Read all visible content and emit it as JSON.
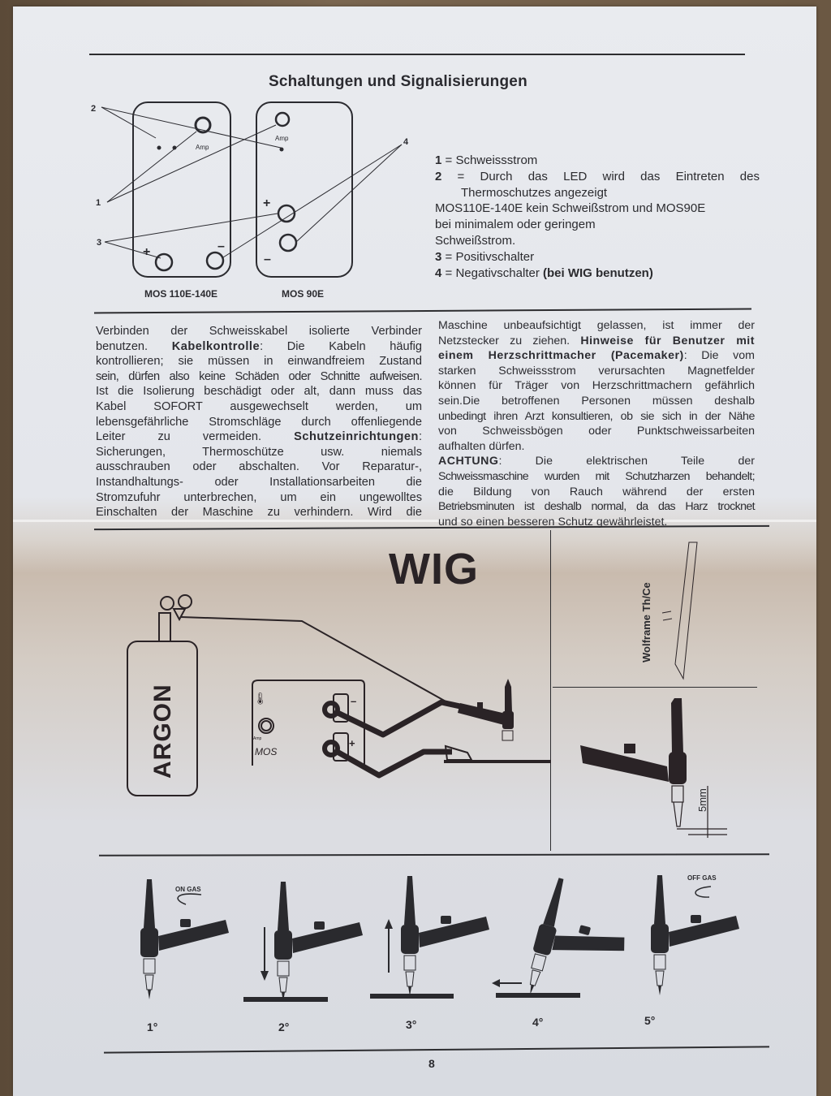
{
  "page": {
    "section_title": "Schaltungen und Signalisierungen",
    "page_number": "8"
  },
  "panel_diagram": {
    "callouts": [
      "1",
      "2",
      "3",
      "4"
    ],
    "panels": [
      {
        "caption": "MOS 110E-140E",
        "knob_label": "Amp",
        "plus": "+",
        "minus": "–"
      },
      {
        "caption": "MOS 90E",
        "knob_label": "Amp",
        "plus": "+",
        "minus": "–"
      }
    ]
  },
  "legend": {
    "item1_num": "1",
    "item1_text": " = Schweissstrom",
    "item2_num": "2",
    "item2_text": " = Durch das LED wird das Eintreten des",
    "item2_cont": "Thermoschutzes angezeigt",
    "note_line1": "MOS110E-140E kein Schweißstrom und MOS90E",
    "note_line2": "bei minimalem oder geringem",
    "note_line3": "Schweißstrom.",
    "item3_num": "3",
    "item3_text": " = Positivschalter",
    "item4_num": "4",
    "item4_text": " = Negativschalter ",
    "item4_bold": "(bei WIG benutzen)"
  },
  "text_left": {
    "l1": "Verbinden der Schweisskabel isolierte Verbinder",
    "l2a": "benutzen. ",
    "l2b": "Kabelkontrolle",
    "l2c": ": Die Kabeln häufig",
    "l3": "kontrollieren; sie müssen in einwandfreiem Zustand",
    "l4": "sein, dürfen also keine Schäden oder Schnitte aufweisen.",
    "l5": "Ist die Isolierung beschädigt oder alt, dann muss das",
    "l6": "Kabel SOFORT ausgewechselt werden, um",
    "l7": "lebensgefährliche Stromschläge durch offenliegende",
    "l8a": "Leiter zu vermeiden. ",
    "l8b": "Schutzeinrichtungen",
    "l8c": ":",
    "l9": "Sicherungen, Thermoschütze usw. niemals",
    "l10": "ausschrauben oder abschalten. Vor Reparatur-,",
    "l11": "Instandhaltungs- oder Installationsarbeiten die",
    "l12": "Stromzufuhr unterbrechen, um ein ungewolltes",
    "l13": "Einschalten der Maschine zu verhindern. Wird die"
  },
  "text_right": {
    "l1": "Maschine unbeaufsichtigt gelassen, ist immer der",
    "l2a": "Netzstecker zu ziehen. ",
    "l2b": "Hinweise für Benutzer mit",
    "l3a": "einem Herzschrittmacher (Pacemaker)",
    "l3b": ": Die vom",
    "l4": "starken Schweissstrom verursachten Magnetfelder",
    "l5": "können für Träger von Herzschrittmachern gefährlich",
    "l6": "sein.Die betroffenen Personen müssen deshalb",
    "l7": "unbedingt ihren Arzt konsultieren, ob sie sich in der Nähe",
    "l8": "von Schweissbögen oder Punktschweissarbeiten",
    "l9": "aufhalten dürfen.",
    "l10a": "ACHTUNG",
    "l10b": ": Die elektrischen Teile der",
    "l11": "Schweissmaschine wurden mit Schutzharzen behandelt;",
    "l12": "die Bildung von Rauch während der ersten",
    "l13": "Betriebsminuten ist deshalb normal, da das Harz trocknet",
    "l14": "und so einen besseren Schutz gewährleistet."
  },
  "wig_diagram": {
    "title": "WIG",
    "cylinder_label": "ARGON",
    "machine_label": "MOS",
    "amp_label": "Amp",
    "minus": "–",
    "plus": "+",
    "electrode_label": "Wolframe Th/Ce",
    "distance_label": "5mm"
  },
  "steps": {
    "items": [
      {
        "label": "1°",
        "note": "ON GAS"
      },
      {
        "label": "2°",
        "note": ""
      },
      {
        "label": "3°",
        "note": ""
      },
      {
        "label": "4°",
        "note": ""
      },
      {
        "label": "5°",
        "note": "OFF GAS"
      }
    ]
  },
  "colors": {
    "ink": "#2a2a2e",
    "paper": "#e6e8ec",
    "background": "#6b5843"
  }
}
